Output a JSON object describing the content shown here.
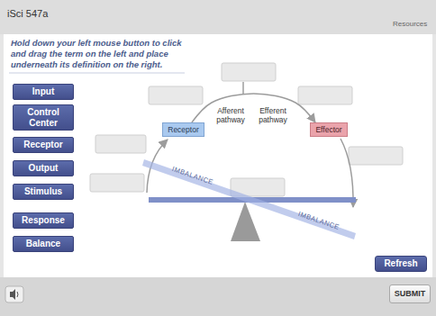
{
  "diagram": {
    "title": "iSci 547a",
    "nodes": [
      {
        "text": [
          "Input"
        ]
      },
      {
        "text": [
          "Control Center"
        ]
      },
      {
        "text": [
          "Receptor"
        ]
      },
      {
        "text": [
          "Output"
        ]
      },
      {
        "text": [
          "Stimulus"
        ]
      },
      {
        "text": [
          "Response"
        ]
      },
      {
        "text": [
          "Balance"
        ]
      },
      {
        "text": [
          "Receptor"
        ]
      },
      {
        "text": [
          "Effector"
        ]
      },
      {
        "text": [
          "Refresh"
        ]
      },
      {
        "text": [
          "SUBMIT"
        ]
      }
    ],
    "edges": [
      {
        "from": 7,
        "to": 8,
        "arrow": "to"
      }
    ],
    "labels": [
      "Resources",
      "Hold down your left mouse button to click and drag the term on the left and place underneath its definition on the right.",
      "Afferent pathway",
      "Efferent pathway",
      "IMBALANCE",
      "IMBALANCE"
    ]
  }
}
